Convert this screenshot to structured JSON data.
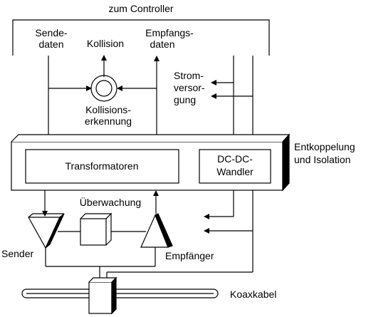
{
  "labels": {
    "controller": "zum Controller",
    "sendedaten_1": "Sende-",
    "sendedaten_2": "daten",
    "kollision": "Kollision",
    "empfangsdaten_1": "Empfangs-",
    "empfangsdaten_2": "daten",
    "stromversorgung_1": "Strom-",
    "stromversorgung_2": "versor-",
    "stromversorgung_3": "gung",
    "kollisionserkennung_1": "Kollisions-",
    "kollisionserkennung_2": "erkennung",
    "transformatoren": "Transformatoren",
    "dcdc_1": "DC-DC-",
    "dcdc_2": "Wandler",
    "entkoppelung_1": "Entkoppelung",
    "entkoppelung_2": "und Isolation",
    "ueberwachung": "Überwachung",
    "sender": "Sender",
    "empfaenger": "Empfänger",
    "koaxkabel": "Koaxkabel"
  },
  "colors": {
    "stroke": "#000000",
    "background": "#ffffff"
  }
}
